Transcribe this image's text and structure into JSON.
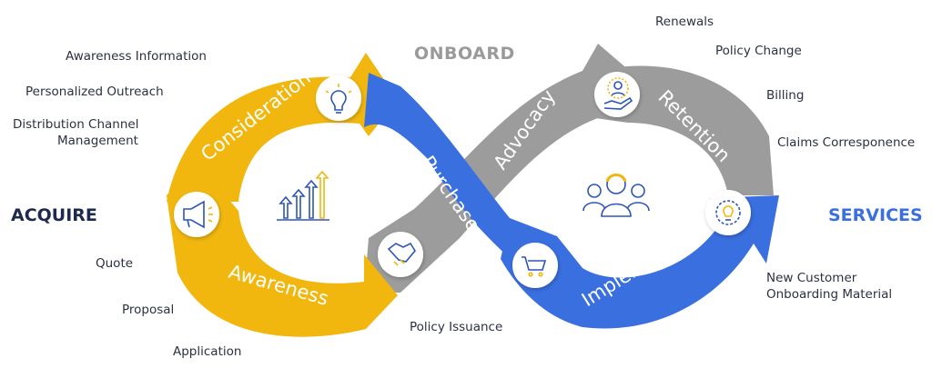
{
  "header": {
    "onboard": "ONBOARD"
  },
  "sides": {
    "acquire": "ACQUIRE",
    "services": "SERVICES"
  },
  "stages": {
    "consideration": "Consideration",
    "awareness": "Awareness",
    "purchase": "Purchase",
    "advocacy": "Advocacy",
    "retention": "Retention",
    "implementation": "Implementation"
  },
  "left_labels": {
    "awareness_information": "Awareness Information",
    "personalized_outreach": "Personalized Outreach",
    "distribution_line1": "Distribution Channel",
    "distribution_line2": "Management",
    "quote": "Quote",
    "proposal": "Proposal",
    "application": "Application"
  },
  "right_labels": {
    "renewals": "Renewals",
    "policy_change": "Policy Change",
    "billing": "Billing",
    "claims": "Claims Corresponence",
    "new_customer_line1": "New Customer",
    "new_customer_line2": "Onboarding Material"
  },
  "bottom_labels": {
    "policy_issuance": "Policy Issuance"
  },
  "colors": {
    "yellow": "#f2b70f",
    "blue": "#3a6fe0",
    "gray": "#9c9c9c",
    "services": "#3a6fe0",
    "acquire": "#1d2a4d",
    "icon_line": "#2d55b8"
  },
  "icons": {
    "consideration": "lightbulb-icon",
    "awareness": "megaphone-icon",
    "purchase": "shopping-cart-icon",
    "advocacy": "handshake-icon",
    "retention": "hand-with-person-icon",
    "implementation": "gear-bulb-icon",
    "left_center": "growth-arrows-icon",
    "right_center": "customer-group-icon"
  }
}
